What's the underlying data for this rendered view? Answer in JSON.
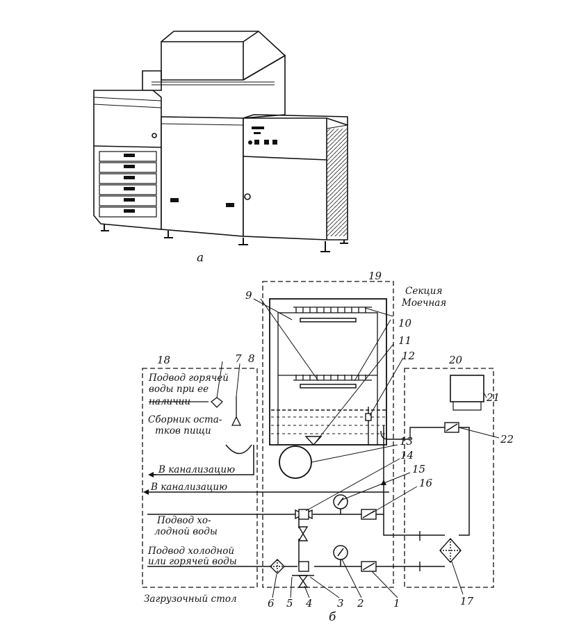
{
  "figure": {
    "caption_a": "а",
    "caption_b": "б"
  },
  "sections": {
    "washing_title_1": "Секция",
    "washing_title_2": "Моечная",
    "loading_table": "Загрузочный стол"
  },
  "labels": {
    "hot_water_1": "Подвод горячей",
    "hot_water_2": "воды при ее",
    "hot_water_3": "наличии",
    "collector_1": "Сборник оста-",
    "collector_2": "тков пищи",
    "sewer_1": "В канализацию",
    "sewer_2": "В канализацию",
    "cold_water_1": "Подвод хо-",
    "cold_water_2": "лодной воды",
    "cold_hot_water_1": "Подвод холодной",
    "cold_hot_water_2": "или горячей воды"
  },
  "numbers": {
    "n1": "1",
    "n2": "2",
    "n3": "3",
    "n4": "4",
    "n5": "5",
    "n6": "6",
    "n7": "7",
    "n8": "8",
    "n9": "9",
    "n10": "10",
    "n11": "11",
    "n12": "12",
    "n13": "13",
    "n14": "14",
    "n15": "15",
    "n16": "16",
    "n17": "17",
    "n18": "18",
    "n19": "19",
    "n20": "20",
    "n21": "21",
    "n22": "22"
  }
}
